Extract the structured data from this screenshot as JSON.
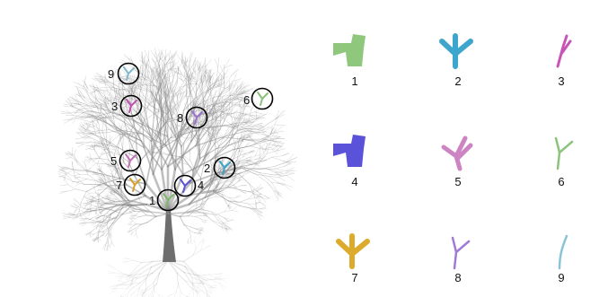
{
  "tree_markers": [
    {
      "label": "1",
      "color": "#7fb86a"
    },
    {
      "label": "2",
      "color": "#3aa3c8"
    },
    {
      "label": "3",
      "color": "#c04fb0"
    },
    {
      "label": "4",
      "color": "#5b55d6"
    },
    {
      "label": "5",
      "color": "#c470b6"
    },
    {
      "label": "6",
      "color": "#89c07a"
    },
    {
      "label": "7",
      "color": "#d4a22a"
    },
    {
      "label": "8",
      "color": "#9a6fd0"
    },
    {
      "label": "9",
      "color": "#7fb8cf"
    }
  ],
  "branch_tiles": [
    {
      "label": "1",
      "color": "#8fc77d",
      "icon": "thick-fork-branch"
    },
    {
      "label": "2",
      "color": "#3ea5cc",
      "icon": "triple-fork-branch"
    },
    {
      "label": "3",
      "color": "#c755b8",
      "icon": "thin-split-branch"
    },
    {
      "label": "4",
      "color": "#5a52d8",
      "icon": "thick-fork-branch"
    },
    {
      "label": "5",
      "color": "#cd84c2",
      "icon": "splayed-fork-branch"
    },
    {
      "label": "6",
      "color": "#8cc47c",
      "icon": "thin-v-branch"
    },
    {
      "label": "7",
      "color": "#dcaa2c",
      "icon": "triple-fork-branch"
    },
    {
      "label": "8",
      "color": "#a07ad6",
      "icon": "thin-v-branch"
    },
    {
      "label": "9",
      "color": "#8cc3d6",
      "icon": "thin-curve-branch"
    }
  ],
  "colors": {
    "tree_branch": "#8a8a8a",
    "tree_trunk": "#6e6e6e",
    "marker_circle": "#000000"
  }
}
